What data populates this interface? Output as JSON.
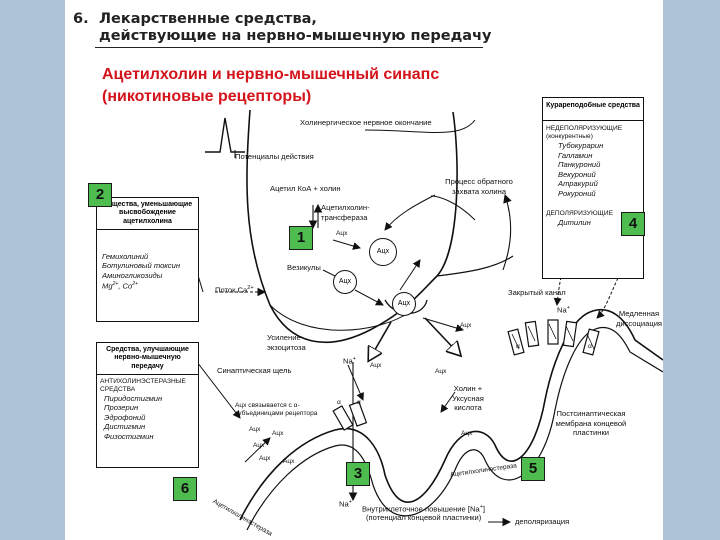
{
  "header": {
    "number": "6.",
    "line1": "Лекарственные средства,",
    "line2": "действующие на нервно-мышечную передачу"
  },
  "title": {
    "line1": "Ацетилхолин и нервно-мышечный синапс",
    "line2": "(никотиновые рецепторы)"
  },
  "markers": [
    "1",
    "2",
    "3",
    "4",
    "5",
    "6"
  ],
  "labels": {
    "nerve_ending": "Холинергическое нервное окончание",
    "action_potentials": "Потенциалы действия",
    "acetyl_coa": "Ацетил КоА + холин",
    "transferase": "Ацетилхолин-трансфераза",
    "ach": "Ацх",
    "vesicles": "Везикулы",
    "ca_flow": "Поток Ca",
    "ca_sup": "2+",
    "reuptake": "Процесс обратного захвата холина",
    "exocytosis": "Усиление экзоцитоза",
    "synaptic_cleft": "Синаптическая щель",
    "ach_binds": "Ацх связывается с α-субъединицами рецептора",
    "choline_acetic": "Холин + Уксусная кислота",
    "closed_channel": "Закрытый канал",
    "slow_dissociation": "Медленная диссоциация",
    "postsynaptic": "Постсинаптическая мембрана концевой пластинки",
    "achesterase": "Ацетилхолинэстераза",
    "na": "Na",
    "na_sup": "+",
    "alpha": "α",
    "na_increase": "Внутриклеточное повышение [Na",
    "na_increase_end": "]",
    "endplate_potential": "(потенциал концевой пластинки)",
    "depolarization": "деполяризация"
  },
  "box_release": {
    "head": "Вещества, уменьшающие высвобождение ацетилхолина",
    "items": [
      "Гемихолиний",
      "Ботулиновый токсин",
      "Аминогликозиды"
    ],
    "ions": "Mg",
    "ions_sup": "2+",
    "ions2": ", Co",
    "ions2_sup": "2+"
  },
  "box_enhance": {
    "head": "Средства, улучшающие нервно-мышечную передачу",
    "sub": "АНТИХОЛИНЭСТЕРАЗНЫЕ СРЕДСТВА",
    "items": [
      "Пиридостигмин",
      "Прозерин",
      "Эдрофоний",
      "Дистигмин",
      "Физостигмин"
    ]
  },
  "box_curare": {
    "head": "Курареподобные средства",
    "sub1": "НЕДЕПОЛЯРИЗУЮЩИЕ (конкурентные)",
    "items1": [
      "Тубокурарин",
      "Галламин",
      "Панкуроний",
      "Векуроний",
      "Атракурий",
      "Рокуроний"
    ],
    "sub2": "ДЕПОЛЯРИЗУЮЩИЕ",
    "items2": [
      "Дитилин"
    ]
  },
  "colors": {
    "marker_fill": "#4fbc4f",
    "title": "#d4131b",
    "background": "#aec3d6"
  }
}
